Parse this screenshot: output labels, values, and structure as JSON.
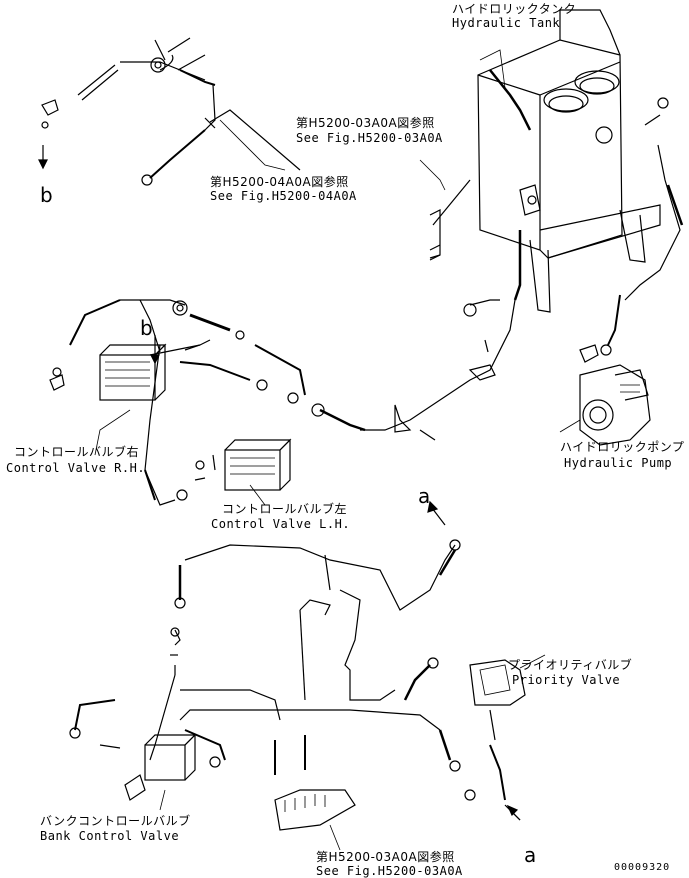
{
  "labels": {
    "hydraulic_tank_jp": "ハイドロリックタンク",
    "hydraulic_tank_en": "Hydraulic Tank",
    "see_fig_03_top_jp": "第H5200-03A0A図参照",
    "see_fig_03_top_en": "See Fig.H5200-03A0A",
    "see_fig_04_jp": "第H5200-04A0A図参照",
    "see_fig_04_en": "See Fig.H5200-04A0A",
    "control_valve_rh_jp": "コントロールバルブ右",
    "control_valve_rh_en": "Control Valve R.H.",
    "control_valve_lh_jp": "コントロールバルブ左",
    "control_valve_lh_en": "Control Valve L.H.",
    "hydraulic_pump_jp": "ハイドロリックポンプ",
    "hydraulic_pump_en": "Hydraulic Pump",
    "priority_valve_jp": "プライオリティバルブ",
    "priority_valve_en": "Priority Valve",
    "bank_control_valve_jp": "バンクコントロールバルブ",
    "bank_control_valve_en": "Bank Control Valve",
    "see_fig_03_bottom_jp": "第H5200-03A0A図参照",
    "see_fig_03_bottom_en": "See Fig.H5200-03A0A"
  },
  "connection_markers": {
    "b_top": "b",
    "b_mid": "b",
    "a_mid": "a",
    "a_bottom": "a"
  },
  "figure_number": "00009320"
}
